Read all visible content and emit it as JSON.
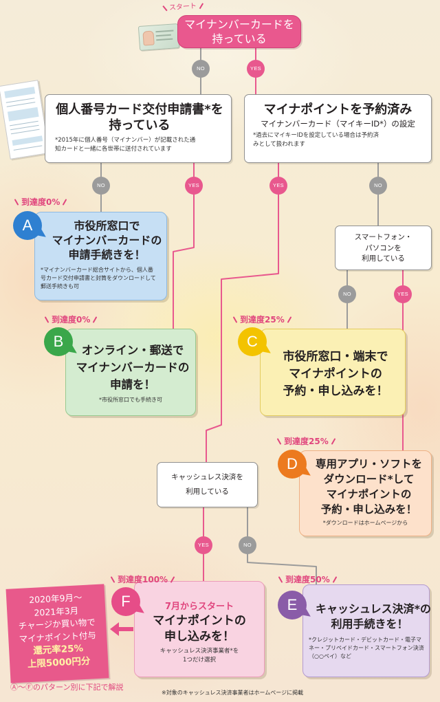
{
  "start": {
    "tag": "スタート",
    "lines": [
      "マイナンバーカードを",
      "持っている"
    ],
    "color": "#e9588e"
  },
  "answers": {
    "yes": "YES",
    "no": "NO",
    "yes_color": "#e8588e",
    "no_color": "#9b9b9b"
  },
  "illustrations": {
    "start": "my-number-card-icon",
    "form": "application-form-document-icon"
  },
  "questions": {
    "notification_form": {
      "lines": [
        "個人番号カード交付申請書*を",
        "持っている"
      ],
      "note_lines": [
        "*2015年に個人番号（マイナンバー）が記載された通",
        "知カードと一緒に各世帯に送付されています"
      ]
    },
    "point_reserved": {
      "title": "マイナポイントを予約済み",
      "subtitle": "マイナンバーカード（マイキーID*）の設定",
      "note_lines": [
        "*過去にマイキーIDを設定している場合は予約済",
        "みとして扱われます"
      ]
    },
    "smartphone_pc": {
      "lines": [
        "スマートフォン・",
        "パソコンを",
        "利用している"
      ]
    },
    "cashless": {
      "lines": [
        "キャッシュレス決済を",
        "利用している"
      ]
    }
  },
  "outcomes": {
    "A": {
      "letter": "A",
      "progress": "到達度0%",
      "lines": [
        "市役所窓口で",
        "マイナンバーカードの",
        "申請手続きを！"
      ],
      "note_lines": [
        "*マイナンバーカード総合サイトから、個人番",
        "号カード交付申請書と封筒をダウンロードして",
        "郵送手続きも可"
      ],
      "color": "#2f80d1",
      "fill": "#c6dff4",
      "edge": "#8db9e2"
    },
    "B": {
      "letter": "B",
      "progress": "到達度0%",
      "lines": [
        "オンライン・郵送で",
        "マイナンバーカードの",
        "申請を！"
      ],
      "note_lines": [
        "*市役所窓口でも手続き可"
      ],
      "color": "#3aa74a",
      "fill": "#d4ecd0",
      "edge": "#97c98f"
    },
    "C": {
      "letter": "C",
      "progress": "到達度25%",
      "lines": [
        "市役所窓口・端末で",
        "マイナポイントの",
        "予約・申し込みを！"
      ],
      "color": "#f3c300",
      "fill": "#fbf0b4",
      "edge": "#e3cc5e"
    },
    "D": {
      "letter": "D",
      "progress": "到達度25%",
      "lines": [
        "専用アプリ・ソフトを",
        "ダウンロード*して",
        "マイナポイントの",
        "予約・申し込みを！"
      ],
      "note_lines": [
        "*ダウンロードはホームページから"
      ],
      "color": "#ec7a1f",
      "fill": "#fde1cb",
      "edge": "#eeb084"
    },
    "E": {
      "letter": "E",
      "progress": "到達度50%",
      "lines": [
        "キャッシュレス決済*の",
        "利用手続きを！"
      ],
      "note_lines": [
        "*クレジットカード・デビットカード・電子マ",
        "ネー・プリペイドカード・スマートフォン決済",
        "（○○ペイ）など"
      ],
      "color": "#8a5ca8",
      "fill": "#e6d9ef",
      "edge": "#b39ad0"
    },
    "F": {
      "letter": "F",
      "progress": "到達度100%",
      "lead": "7月からスタート",
      "lines": [
        "マイナポイントの",
        "申し込みを！"
      ],
      "note_lines": [
        "キャッシュレス決済事業者*を",
        "1つだけ選択"
      ],
      "color": "#e64d88",
      "fill": "#f9d3e1",
      "edge": "#ec9bb9"
    }
  },
  "campaign": {
    "lines": [
      "2020年9月～",
      "2021年3月",
      "チャージか買い物で",
      "マイナポイント付与"
    ],
    "highlight_lines": [
      "還元率25%",
      "上限5000円分"
    ],
    "color": "#e8598b"
  },
  "footer": {
    "legend": "Ⓐ～Ⓕのパターン別に下記で解説",
    "note": "※対象のキャッシュレス決済事業者はホームページに掲載"
  }
}
